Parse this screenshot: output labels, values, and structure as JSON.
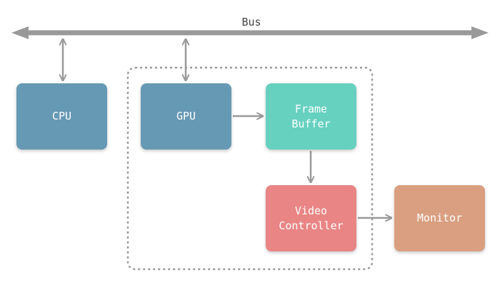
{
  "bus": {
    "label": "Bus"
  },
  "nodes": {
    "cpu": {
      "label": "CPU",
      "color": "#6699b4"
    },
    "gpu": {
      "label": "GPU",
      "color": "#6699b4"
    },
    "frame_buffer": {
      "label": "Frame\nBuffer",
      "color": "#66d1bf"
    },
    "video_controller": {
      "label": "Video\nController",
      "color": "#e98585"
    },
    "monitor": {
      "label": "Monitor",
      "color": "#d99f80"
    }
  },
  "colors": {
    "arrow": "#999999",
    "dashed_border": "#999999",
    "text": "#ffffff",
    "bus_label": "#444444"
  }
}
